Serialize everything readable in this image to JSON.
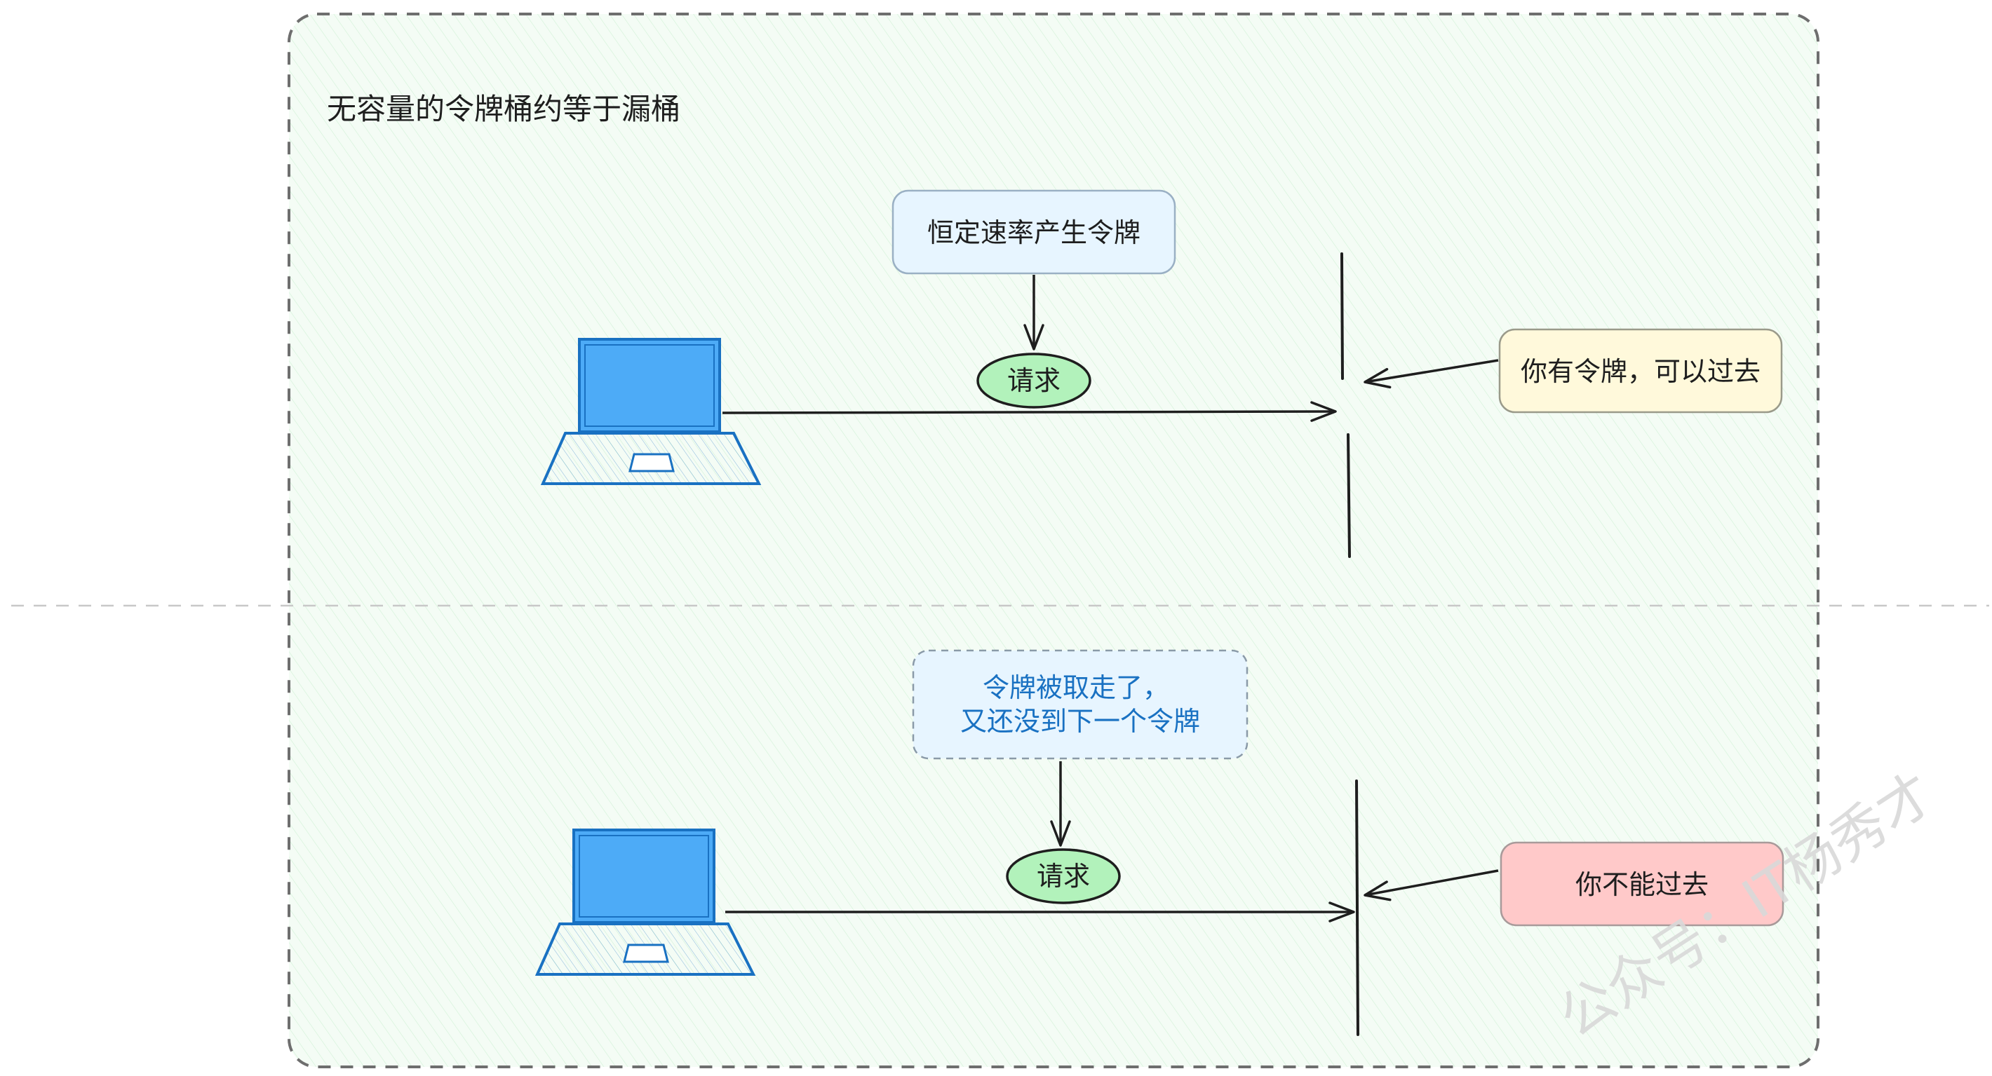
{
  "title": "无容量的令牌桶约等于漏桶",
  "top": {
    "generator_label": "恒定速率产生令牌",
    "request_label": "请求",
    "response_label": "你有令牌，可以过去"
  },
  "bottom": {
    "generator_label": "令牌被取走了，\n又还没到下一个令牌",
    "request_label": "请求",
    "response_label": "你不能过去"
  },
  "watermark": "公众号：IT杨秀才",
  "colors": {
    "frame_fill": "#ebfbee",
    "generator_fill": "#e7f5ff",
    "generator_text_bottom": "#1971c2",
    "request_fill": "#b2f2bb",
    "response_ok_fill": "#fff9db",
    "response_deny_fill": "#ffc9c9",
    "laptop_fill": "#4dabf7",
    "laptop_stroke": "#1971c2",
    "line": "#1e1e1e"
  },
  "icons": [
    "laptop-icon",
    "arrow-icon",
    "gate-icon"
  ]
}
